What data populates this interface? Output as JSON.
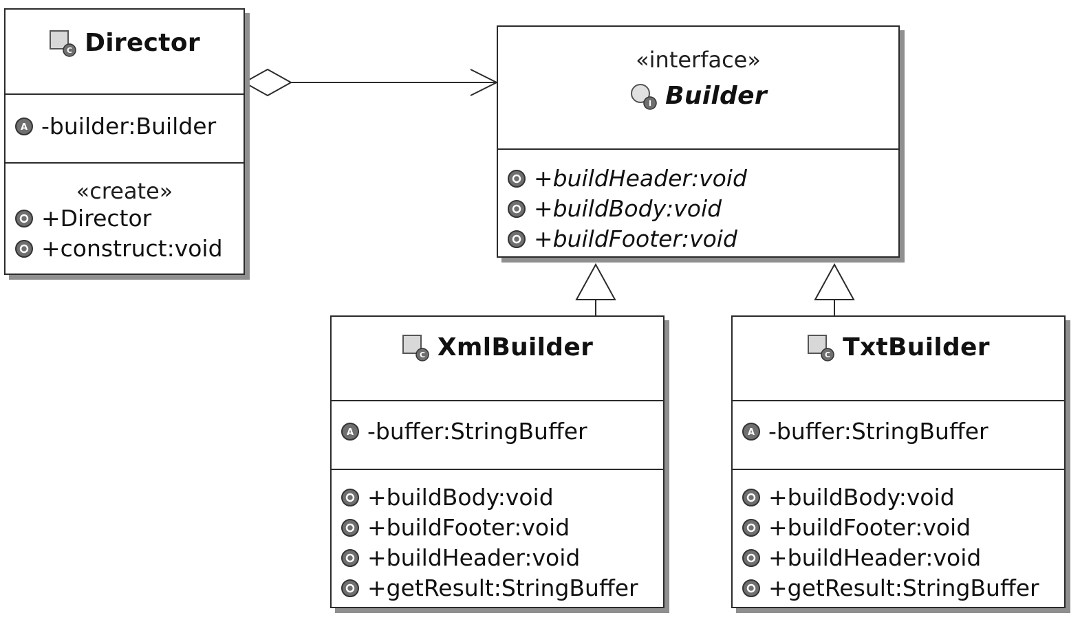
{
  "colors": {
    "line": "#2a2a2a",
    "shadow": "#8f8f8f",
    "icon_fill": "#6f6f6f"
  },
  "classes": {
    "director": {
      "name": "Director",
      "icon": "class-icon",
      "fields": [
        {
          "text": "-builder:Builder",
          "icon": "field-icon"
        }
      ],
      "methods_stereotype": "«create»",
      "methods": [
        {
          "text": "+Director",
          "icon": "method-icon"
        },
        {
          "text": "+construct:void",
          "icon": "method-icon"
        }
      ]
    },
    "builder": {
      "stereotype": "«interface»",
      "name": "Builder",
      "icon": "interface-icon",
      "methods": [
        {
          "text": "+buildHeader:void",
          "icon": "method-icon"
        },
        {
          "text": "+buildBody:void",
          "icon": "method-icon"
        },
        {
          "text": "+buildFooter:void",
          "icon": "method-icon"
        }
      ]
    },
    "xml_builder": {
      "name": "XmlBuilder",
      "icon": "class-icon",
      "fields": [
        {
          "text": "-buffer:StringBuffer",
          "icon": "field-icon"
        }
      ],
      "methods": [
        {
          "text": "+buildBody:void",
          "icon": "method-icon"
        },
        {
          "text": "+buildFooter:void",
          "icon": "method-icon"
        },
        {
          "text": "+buildHeader:void",
          "icon": "method-icon"
        },
        {
          "text": "+getResult:StringBuffer",
          "icon": "method-icon"
        }
      ]
    },
    "txt_builder": {
      "name": "TxtBuilder",
      "icon": "class-icon",
      "fields": [
        {
          "text": "-buffer:StringBuffer",
          "icon": "field-icon"
        }
      ],
      "methods": [
        {
          "text": "+buildBody:void",
          "icon": "method-icon"
        },
        {
          "text": "+buildFooter:void",
          "icon": "method-icon"
        },
        {
          "text": "+buildHeader:void",
          "icon": "method-icon"
        },
        {
          "text": "+getResult:StringBuffer",
          "icon": "method-icon"
        }
      ]
    }
  },
  "relations": [
    {
      "type": "aggregation",
      "from": "Director",
      "to": "Builder"
    },
    {
      "type": "realization",
      "from": "XmlBuilder",
      "to": "Builder"
    },
    {
      "type": "realization",
      "from": "TxtBuilder",
      "to": "Builder"
    }
  ]
}
